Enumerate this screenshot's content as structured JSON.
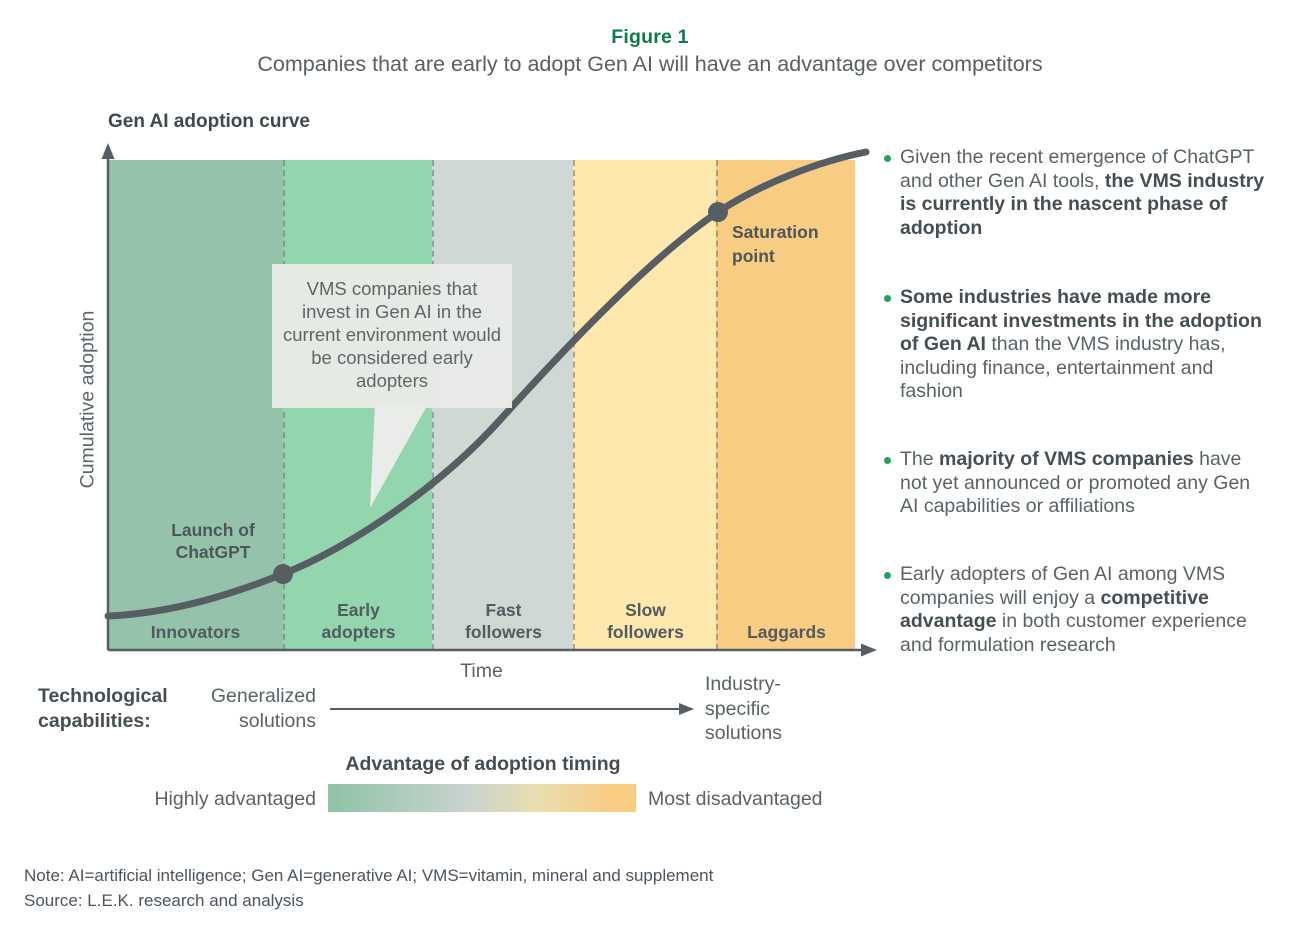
{
  "header": {
    "figure_label": "Figure 1",
    "title": "Companies that are early to adopt Gen AI will have an advantage over competitors"
  },
  "chart": {
    "label": "Gen AI adoption curve",
    "y_axis_label": "Cumulative adoption",
    "x_axis_label": "Time",
    "bands": [
      {
        "label": "Innovators",
        "color": "#95c2ab"
      },
      {
        "label": "Early\nadopters",
        "color": "#93d5ad"
      },
      {
        "label": "Fast\nfollowers",
        "color": "#d0d8d3"
      },
      {
        "label": "Slow\nfollowers",
        "color": "#ffe8ad"
      },
      {
        "label": "Laggards",
        "color": "#f9cc83"
      }
    ],
    "annotations": {
      "launch": "Launch of\nChatGPT",
      "saturation": "Saturation\npoint",
      "callout": "VMS companies that invest in Gen AI in the current environment would be considered early adopters"
    }
  },
  "chart_data": {
    "type": "line",
    "title": "Gen AI adoption curve",
    "xlabel": "Time",
    "ylabel": "Cumulative adoption",
    "grid": false,
    "legend_position": "none",
    "axes_note": "Conceptual S-curve; no numeric tick labels shown, values normalized 0-1",
    "series": [
      {
        "name": "Cumulative adoption S-curve",
        "x": [
          0.0,
          0.23,
          0.43,
          0.62,
          0.82,
          1.0
        ],
        "y": [
          0.07,
          0.16,
          0.31,
          0.55,
          0.89,
          1.0
        ]
      }
    ],
    "segments": [
      {
        "label": "Innovators",
        "x_span": [
          0.0,
          0.23
        ],
        "color": "#95c2ab"
      },
      {
        "label": "Early adopters",
        "x_span": [
          0.23,
          0.43
        ],
        "color": "#93d5ad"
      },
      {
        "label": "Fast followers",
        "x_span": [
          0.43,
          0.62
        ],
        "color": "#d0d8d3"
      },
      {
        "label": "Slow followers",
        "x_span": [
          0.62,
          0.82
        ],
        "color": "#ffe8ad"
      },
      {
        "label": "Laggards",
        "x_span": [
          0.82,
          1.0
        ],
        "color": "#f9cc83"
      }
    ],
    "marked_points": [
      {
        "label": "Launch of ChatGPT",
        "x": 0.23,
        "y": 0.16
      },
      {
        "label": "Saturation point",
        "x": 0.82,
        "y": 0.89
      }
    ]
  },
  "bullets": [
    {
      "segments": [
        {
          "text": "Given the recent emergence of ChatGPT and other Gen AI tools, ",
          "bold": false
        },
        {
          "text": "the VMS industry is currently in the nascent phase of adoption",
          "bold": true
        }
      ]
    },
    {
      "segments": [
        {
          "text": "Some industries have made more significant investments in the adoption of Gen AI",
          "bold": true
        },
        {
          "text": " than the VMS industry has, including finance, entertainment and fashion",
          "bold": false
        }
      ]
    },
    {
      "segments": [
        {
          "text": "The ",
          "bold": false
        },
        {
          "text": "majority of VMS companies",
          "bold": true
        },
        {
          "text": " have not yet announced or promoted any Gen AI capabilities or affiliations",
          "bold": false
        }
      ]
    },
    {
      "segments": [
        {
          "text": "Early adopters of Gen AI among VMS companies will enjoy a ",
          "bold": false
        },
        {
          "text": "competitive advantage",
          "bold": true
        },
        {
          "text": " in both customer experience and formulation research",
          "bold": false
        }
      ]
    }
  ],
  "tech_capabilities": {
    "label": "Technological\ncapabilities:",
    "from": "Generalized\nsolutions",
    "to": "Industry-\nspecific\nsolutions"
  },
  "timing_legend": {
    "title": "Advantage of adoption timing",
    "left": "Highly advantaged",
    "right": "Most disadvantaged",
    "gradient": [
      "#8fc3a7",
      "#c9d3ce",
      "#e9deb0",
      "#f8cc83"
    ]
  },
  "footer": {
    "note": "Note: AI=artificial intelligence; Gen AI=generative AI; VMS=vitamin, mineral and supplement",
    "source": "Source: L.E.K. research and analysis"
  },
  "colors": {
    "figure_green": "#0c7b4d",
    "bullet_green": "#23a15f",
    "curve_gray": "#565e64"
  }
}
